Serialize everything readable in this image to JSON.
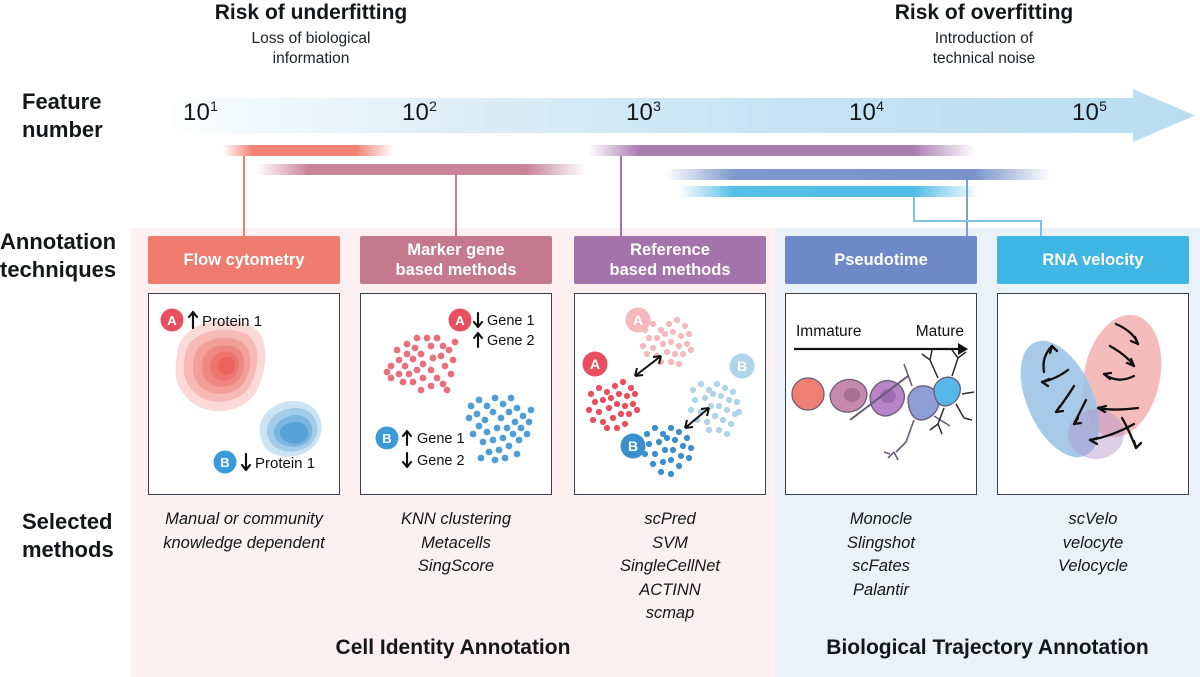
{
  "header": {
    "underfitting": {
      "title": "Risk of underfitting",
      "sub_line1": "Loss of biological",
      "sub_line2": "information"
    },
    "overfitting": {
      "title": "Risk of overfitting",
      "sub_line1": "Introduction of",
      "sub_line2": "technical noise"
    }
  },
  "row_labels": {
    "feature_number_l1": "Feature",
    "feature_number_l2": "number",
    "annotation_l1": "Annotation",
    "annotation_l2": "techniques",
    "selected_l1": "Selected",
    "selected_l2": "methods"
  },
  "axis": {
    "name": "Feature number",
    "ticks": [
      {
        "base": "10",
        "exp": "1"
      },
      {
        "base": "10",
        "exp": "2"
      },
      {
        "base": "10",
        "exp": "3"
      },
      {
        "base": "10",
        "exp": "4"
      },
      {
        "base": "10",
        "exp": "5"
      }
    ]
  },
  "range_bars": [
    {
      "technique": "Flow cytometry",
      "color": "#ef7c6f"
    },
    {
      "technique": "Marker gene based methods",
      "color": "#c4798f"
    },
    {
      "technique": "Reference based methods",
      "color": "#a473ab"
    },
    {
      "technique": "Pseudotime",
      "color": "#6d89c6"
    },
    {
      "technique": "RNA velocity",
      "color": "#3fb6e3"
    }
  ],
  "columns": [
    {
      "id": "flow-cytometry",
      "title": "Flow cytometry",
      "title_line1": "Flow cytometry",
      "title_line2": "",
      "header_color": "#ef7c6f",
      "panel": {
        "kind": "density-contours",
        "labels": [
          {
            "badge": "A",
            "badge_color": "#e8505f",
            "arrow": "up",
            "text": "Protein 1"
          },
          {
            "badge": "B",
            "badge_color": "#3b9ad9",
            "arrow": "down",
            "text": "Protein 1"
          }
        ]
      },
      "methods": [
        "Manual or community",
        "knowledge dependent"
      ]
    },
    {
      "id": "marker-gene-based-methods",
      "title": "Marker gene based methods",
      "title_line1": "Marker gene",
      "title_line2": "based methods",
      "header_color": "#c4798f",
      "panel": {
        "kind": "two-clusters",
        "labels": [
          {
            "badge": "A",
            "badge_color": "#e8505f",
            "rows": [
              {
                "arrow": "down",
                "text": "Gene 1"
              },
              {
                "arrow": "up",
                "text": "Gene 2"
              }
            ]
          },
          {
            "badge": "B",
            "badge_color": "#3b9ad9",
            "rows": [
              {
                "arrow": "up",
                "text": "Gene 1"
              },
              {
                "arrow": "down",
                "text": "Gene 2"
              }
            ]
          }
        ]
      },
      "methods": [
        "KNN clustering",
        "Metacells",
        "SingScore"
      ]
    },
    {
      "id": "reference-based-methods",
      "title": "Reference based methods",
      "title_line1": "Reference",
      "title_line2": "based methods",
      "header_color": "#a473ab",
      "panel": {
        "kind": "four-clusters-mapped",
        "badges": [
          "A",
          "A",
          "B",
          "B"
        ]
      },
      "methods": [
        "scPred",
        "SVM",
        "SingleCellNet",
        "ACTINN",
        "scmap"
      ]
    },
    {
      "id": "pseudotime",
      "title": "Pseudotime",
      "title_line1": "Pseudotime",
      "title_line2": "",
      "header_color": "#6d89c6",
      "panel": {
        "kind": "maturation-axis",
        "axis_left": "Immature",
        "axis_right": "Mature"
      },
      "methods": [
        "Monocle",
        "Slingshot",
        "scFates",
        "Palantir"
      ]
    },
    {
      "id": "rna-velocity",
      "title": "RNA velocity",
      "title_line1": "RNA velocity",
      "title_line2": "",
      "header_color": "#3fb6e3",
      "panel": {
        "kind": "velocity-streams"
      },
      "methods": [
        "scVelo",
        "velocyte",
        "Velocycle"
      ]
    }
  ],
  "footer": {
    "cell_identity": "Cell Identity Annotation",
    "biological_trajectory": "Biological Trajectory Annotation"
  },
  "colors": {
    "arrow_fill_start": "#ffffff",
    "arrow_fill_end": "#bfe0f1",
    "bg_pink": "#fdf0f0",
    "bg_blue": "#eaf1f9",
    "panel_border": "#3a3f52",
    "red": "#e8505f",
    "blue": "#3b9ad9"
  }
}
